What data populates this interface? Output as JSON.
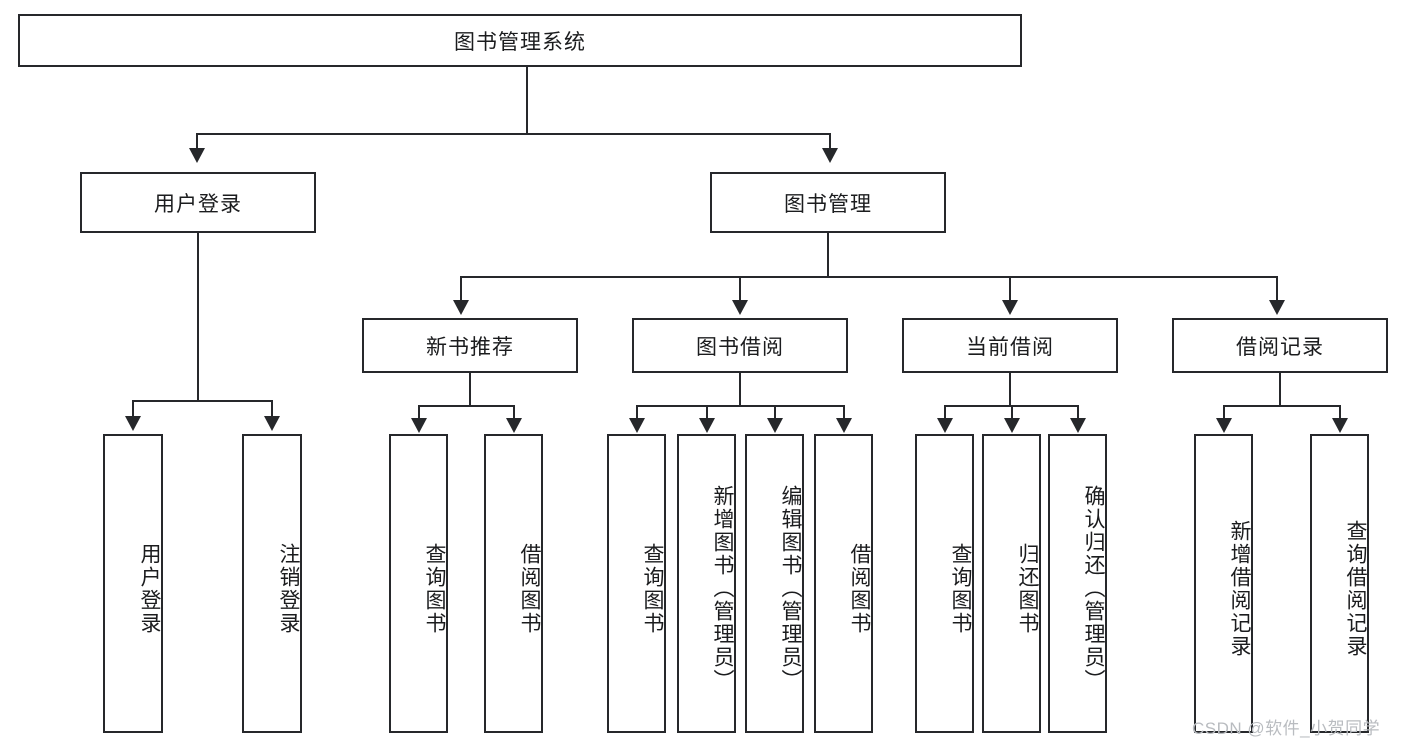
{
  "diagram": {
    "title": "图书管理系统",
    "type": "hierarchy-tree",
    "root": {
      "label": "图书管理系统",
      "orientation": "horizontal"
    },
    "level1": [
      {
        "label": "用户登录",
        "orientation": "horizontal"
      },
      {
        "label": "图书管理",
        "orientation": "horizontal"
      }
    ],
    "level2": [
      {
        "label": "新书推荐",
        "orientation": "horizontal",
        "parent": "图书管理"
      },
      {
        "label": "图书借阅",
        "orientation": "horizontal",
        "parent": "图书管理"
      },
      {
        "label": "当前借阅",
        "orientation": "horizontal",
        "parent": "图书管理"
      },
      {
        "label": "借阅记录",
        "orientation": "horizontal",
        "parent": "图书管理"
      }
    ],
    "leaves": {
      "user_login": [
        {
          "label": "用户登录",
          "orientation": "vertical"
        },
        {
          "label": "注销登录",
          "orientation": "vertical"
        }
      ],
      "new_book_recommend": [
        {
          "label": "查询图书",
          "orientation": "vertical"
        },
        {
          "label": "借阅图书",
          "orientation": "vertical"
        }
      ],
      "book_borrow": [
        {
          "label": "查询图书",
          "orientation": "vertical"
        },
        {
          "label": "新增图书（管理员）",
          "orientation": "vertical"
        },
        {
          "label": "编辑图书（管理员）",
          "orientation": "vertical"
        },
        {
          "label": "借阅图书",
          "orientation": "vertical"
        }
      ],
      "current_borrow": [
        {
          "label": "查询图书",
          "orientation": "vertical"
        },
        {
          "label": "归还图书",
          "orientation": "vertical"
        },
        {
          "label": "确认归还（管理员）",
          "orientation": "vertical"
        }
      ],
      "borrow_record": [
        {
          "label": "新增借阅记录",
          "orientation": "vertical"
        },
        {
          "label": "查询借阅记录",
          "orientation": "vertical"
        }
      ]
    }
  },
  "watermark": {
    "text": "CSDN @软件_小贺同学"
  },
  "colors": {
    "stroke": "#26282b",
    "text": "#1b1c1e",
    "background": "#ffffff",
    "watermark": "#b9bcc0"
  }
}
